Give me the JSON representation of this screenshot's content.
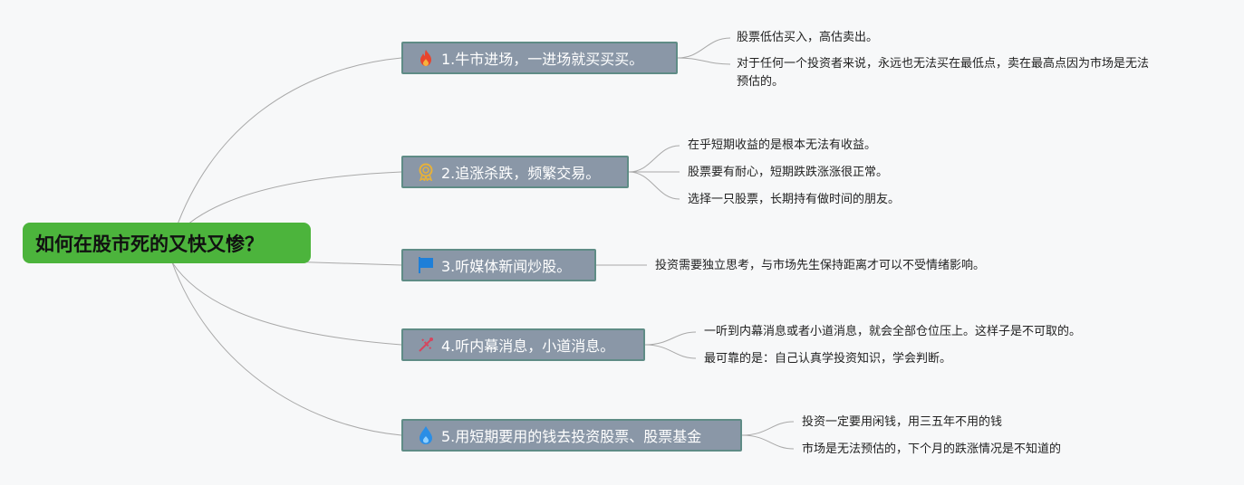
{
  "root": {
    "title": "如何在股市死的又快又惨？"
  },
  "branches": [
    {
      "label": "1.牛市进场，一进场就买买买。",
      "icon": "fire-icon",
      "leaves": [
        "股票低估买入，高估卖出。",
        "对于任何一个投资者来说，永远也无法买在最低点，卖在最高点因为市场是无法",
        "预估的。"
      ]
    },
    {
      "label": "2.追涨杀跌，频繁交易。",
      "icon": "award-badge-icon",
      "leaves": [
        "在乎短期收益的是根本无法有收益。",
        "股票要有耐心，短期跌跌涨涨很正常。",
        "选择一只股票，长期持有做时间的朋友。"
      ]
    },
    {
      "label": "3.听媒体新闻炒股。",
      "icon": "flag-icon",
      "leaves": [
        "投资需要独立思考，与市场先生保持距离才可以不受情绪影响。"
      ]
    },
    {
      "label": "4.听内幕消息，小道消息。",
      "icon": "tools-icon",
      "leaves": [
        "一听到内幕消息或者小道消息，就会全部仓位压上。这样子是不可取的。",
        "最可靠的是：自己认真学投资知识，学会判断。"
      ]
    },
    {
      "label": "5.用短期要用的钱去投资股票、股票基金",
      "icon": "water-drop-icon",
      "leaves": [
        "投资一定要用闲钱，用三五年不用的钱",
        "市场是无法预估的，下个月的跌涨情况是不知道的"
      ]
    }
  ],
  "colors": {
    "root": "#4cb43c",
    "branch_fill": "#8a97a7",
    "branch_border": "#5f8c86",
    "connector": "#a9a9a9"
  }
}
